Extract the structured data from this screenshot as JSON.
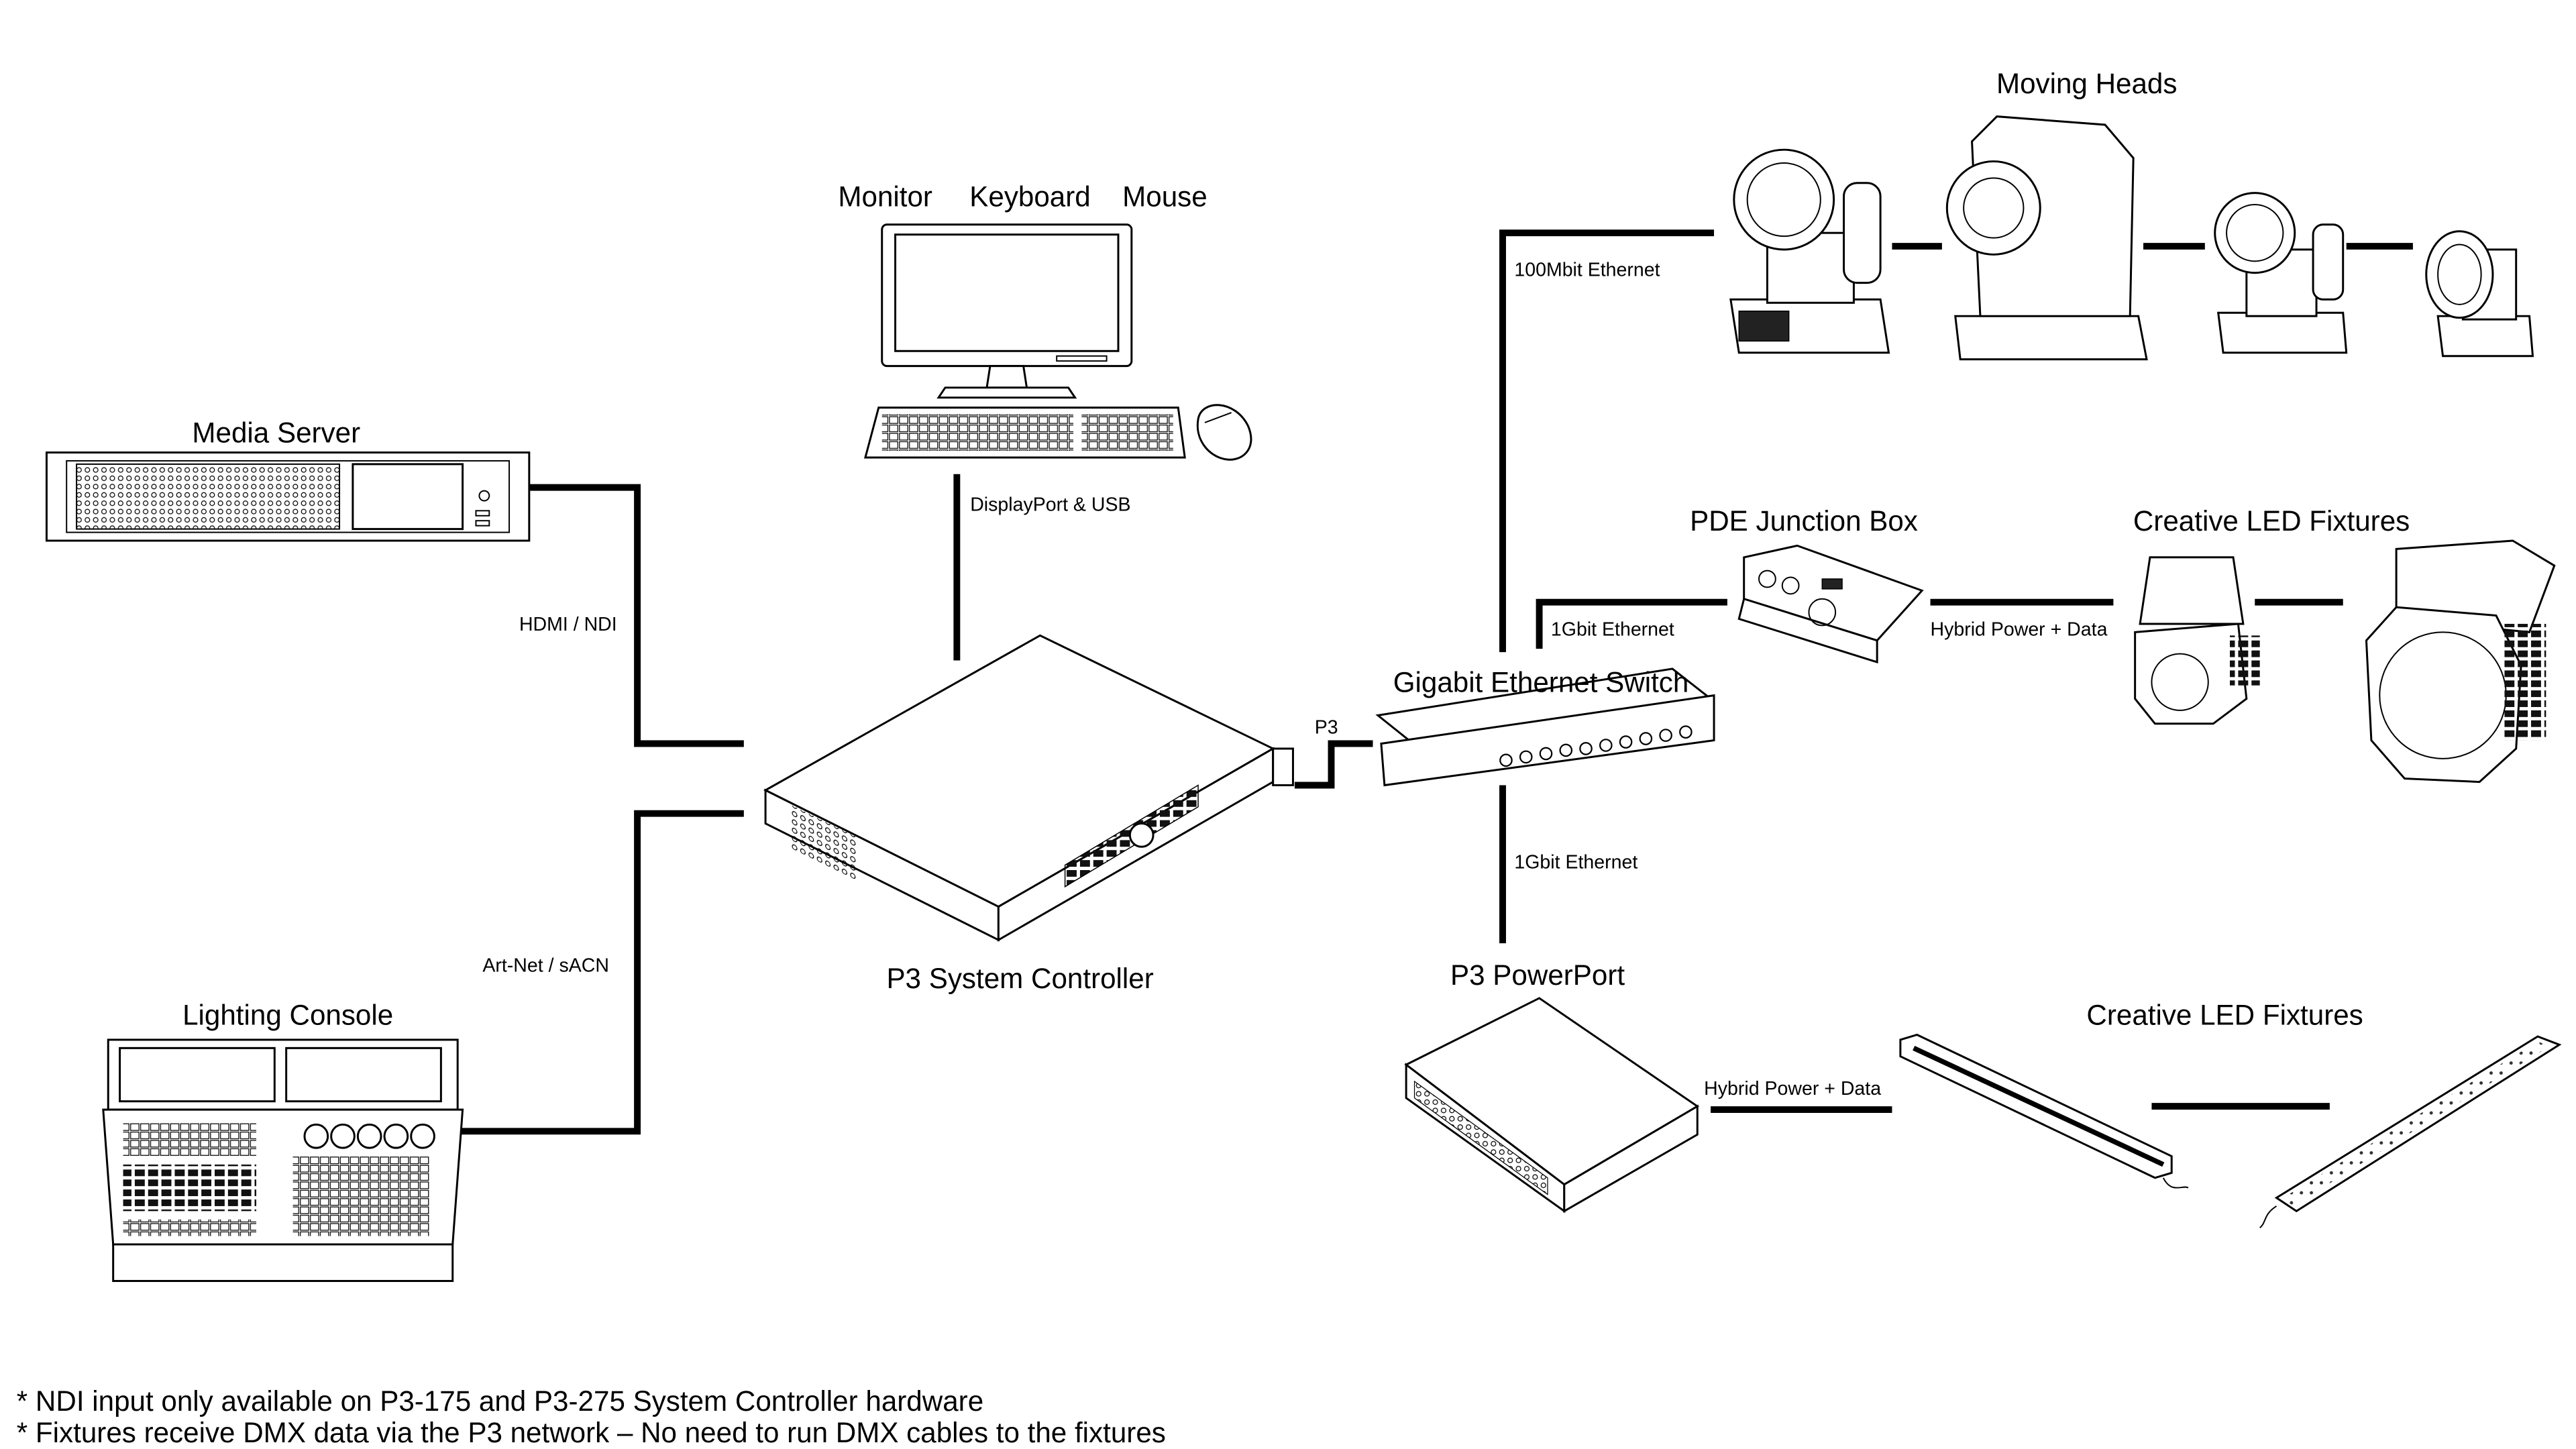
{
  "devices": {
    "media_server": "Media Server",
    "lighting_console": "Lighting Console",
    "monitor": "Monitor",
    "keyboard": "Keyboard",
    "mouse": "Mouse",
    "system_controller": "P3 System Controller",
    "switch": "Gigabit Ethernet Switch",
    "moving_heads": "Moving Heads",
    "pde_box": "PDE Junction Box",
    "creative_led_1": "Creative LED Fixtures",
    "powerport": "P3 PowerPort",
    "creative_led_2": "Creative LED Fixtures"
  },
  "connections": {
    "hdmi_ndi": "HDMI / NDI",
    "artnet_sacn": "Art-Net / sACN",
    "displayport_usb": "DisplayPort & USB",
    "p3": "P3",
    "ethernet_100mbit": "100Mbit Ethernet",
    "ethernet_1gbit_pde": "1Gbit Ethernet",
    "hybrid_pde": "Hybrid Power + Data",
    "ethernet_1gbit_powerport": "1Gbit Ethernet",
    "hybrid_powerport": "Hybrid Power + Data"
  },
  "notes": [
    "* NDI input only available on P3-175 and P3-275 System Controller hardware",
    "* Fixtures receive DMX data via the P3 network – No need to run DMX cables to the fixtures"
  ]
}
